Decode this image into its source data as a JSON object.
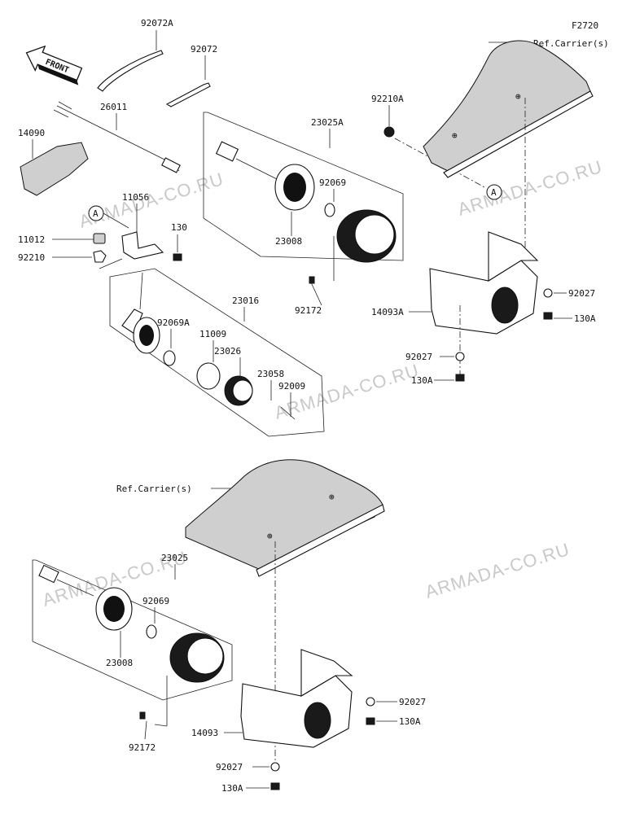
{
  "figure_code": "F2720",
  "watermark": "ARMADA-CO.RU",
  "front_arrow_label": "FRONT",
  "ref_carrier_label": "Ref.Carrier(s)",
  "callout_marker": "A",
  "part_numbers": {
    "p92072A": "92072A",
    "p92072": "92072",
    "p26011": "26011",
    "p14090": "14090",
    "p11056": "11056",
    "p130": "130",
    "p11012": "11012",
    "p92210": "92210",
    "p23025A": "23025A",
    "p92210A": "92210A",
    "p92069": "92069",
    "p23008": "23008",
    "p92172": "92172",
    "p23016": "23016",
    "p92069A": "92069A",
    "p11009": "11009",
    "p23026": "23026",
    "p23058": "23058",
    "p92009": "92009",
    "p92027": "92027",
    "p130A": "130A",
    "p14093A": "14093A",
    "p23025": "23025",
    "p14093": "14093"
  }
}
